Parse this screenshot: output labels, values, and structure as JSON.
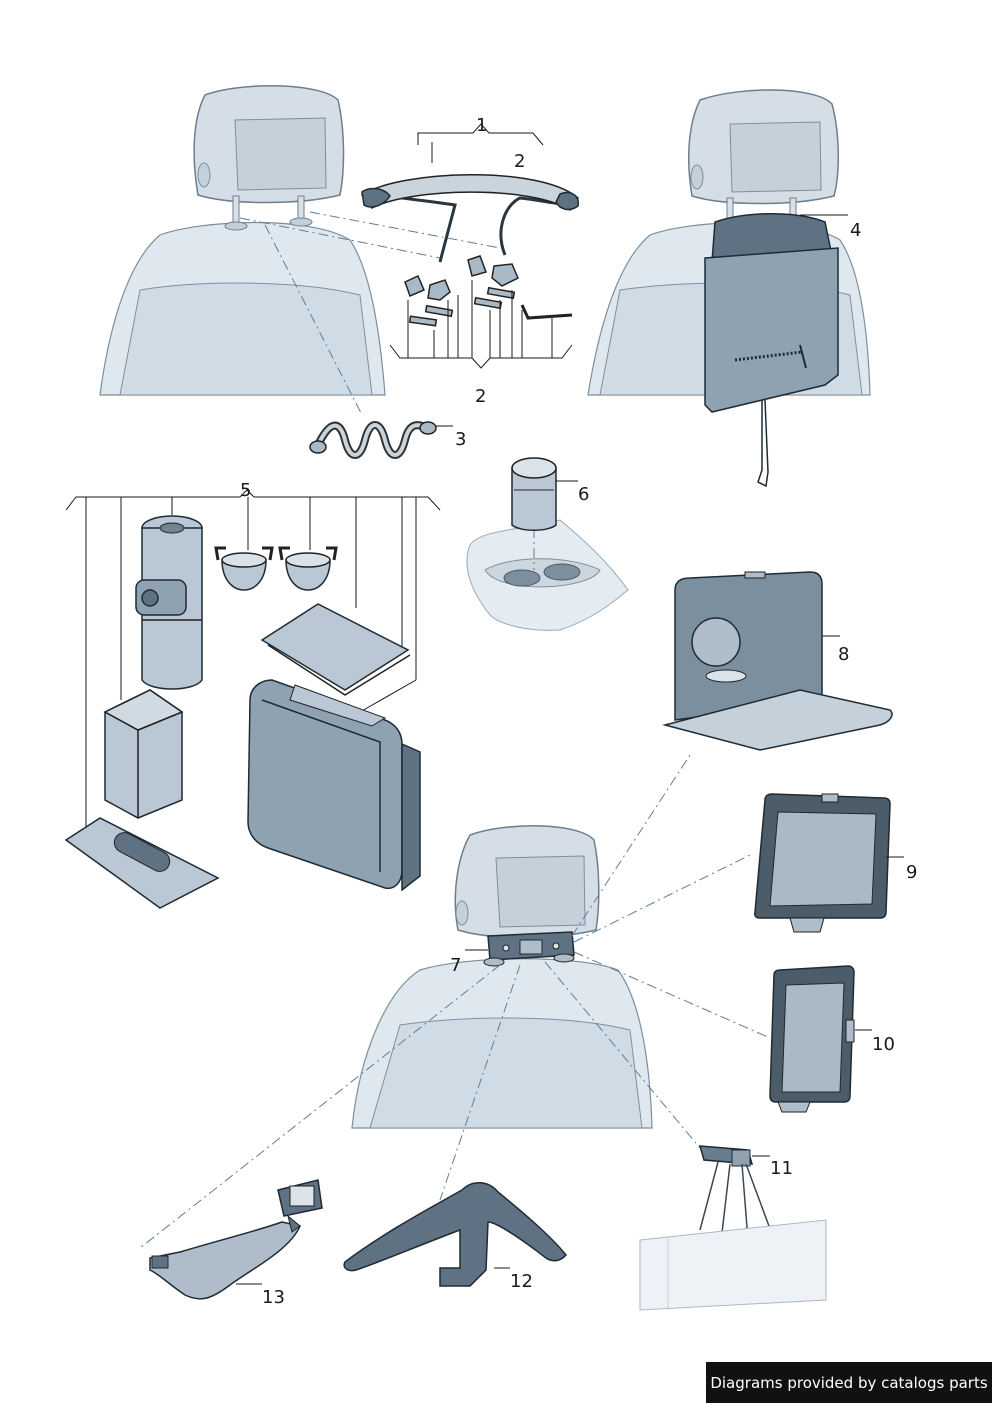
{
  "callouts": {
    "c1": "1",
    "c2_top": "2",
    "c2_bottom": "2",
    "c3": "3",
    "c4": "4",
    "c5": "5",
    "c6": "6",
    "c7": "7",
    "c8": "8",
    "c9": "9",
    "c10": "10",
    "c11": "11",
    "c12": "12",
    "c13": "13"
  },
  "watermark": "Diagrams provided by catalogs parts"
}
